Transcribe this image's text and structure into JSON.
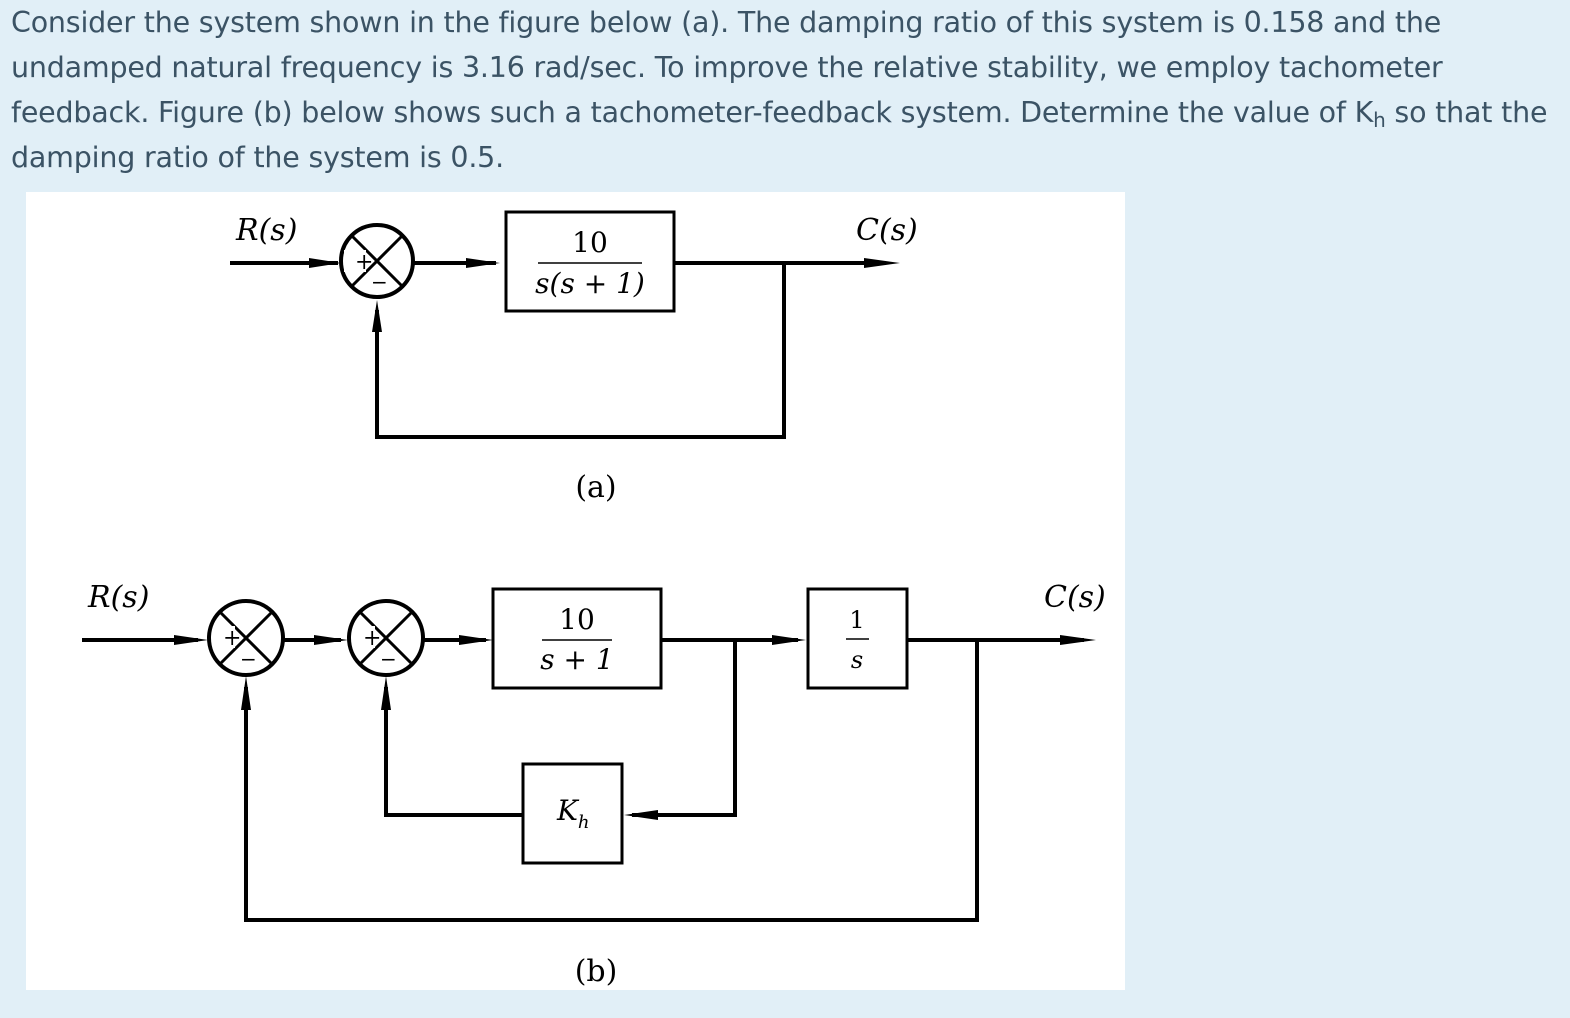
{
  "question": {
    "text_before_sub": "Consider the system shown in the figure below (a). The damping ratio of this system is 0.158 and the undamped natural frequency is 3.16 rad/sec. To improve the relative stability, we employ tachometer feedback. Figure (b) below shows such a tachometer-feedback system. Determine the value of K",
    "sub": "h",
    "text_after_sub": " so that the damping ratio of the system is 0.5."
  },
  "figure_a": {
    "input_label": "R(s)",
    "output_label": "C(s)",
    "plus_sign": "+",
    "minus_sign": "−",
    "block": {
      "numerator": "10",
      "denominator": "s(s + 1)"
    },
    "caption": "(a)"
  },
  "figure_b": {
    "input_label": "R(s)",
    "output_label": "C(s)",
    "plus_sign_1": "+",
    "minus_sign_1": "−",
    "plus_sign_2": "+",
    "minus_sign_2": "−",
    "block_plant": {
      "numerator": "10",
      "denominator": "s + 1"
    },
    "block_integrator": {
      "numerator": "1",
      "denominator": "s"
    },
    "block_feedback": {
      "main": "K",
      "sub": "h"
    },
    "caption": "(b)"
  }
}
